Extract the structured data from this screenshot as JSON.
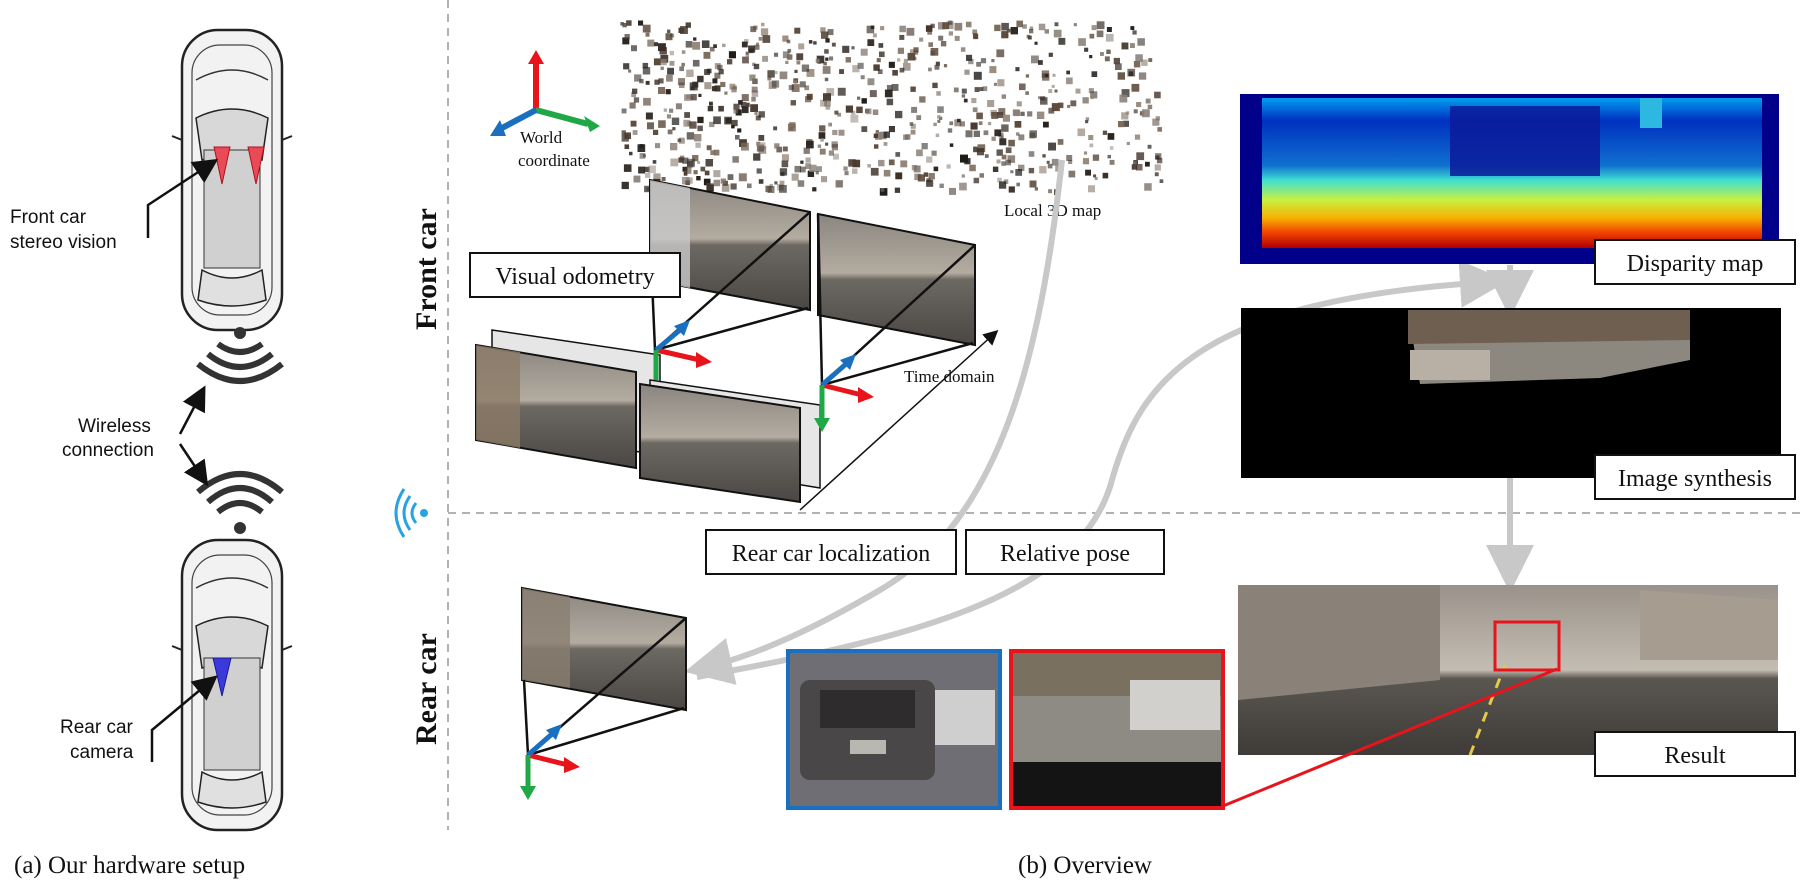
{
  "left_panel": {
    "front_label_line1": "Front car",
    "front_label_line2": "stereo vision",
    "wireless_line1": "Wireless",
    "wireless_line2": "connection",
    "rear_label_line1": "Rear car",
    "rear_label_line2": "camera",
    "caption": "(a)  Our hardware setup"
  },
  "right_panel": {
    "front_car_label": "Front car",
    "rear_car_label": "Rear car",
    "world_line1": "World",
    "world_line2": "coordinate",
    "local_map": "Local 3D map",
    "visual_odometry": "Visual odometry",
    "time_domain": "Time domain",
    "rear_localization": "Rear car localization",
    "relative_pose": "Relative pose",
    "disparity_map": "Disparity map",
    "image_synthesis": "Image synthesis",
    "result": "Result",
    "caption": "(b)  Overview"
  },
  "colors": {
    "axis_red": "#e8141c",
    "axis_green": "#1fa845",
    "axis_blue": "#1a6fbf",
    "wifi_blue": "#29a3e0",
    "highlight_red": "#e8141c",
    "highlight_blue": "#1a6fbf",
    "arrow_gray": "#c8c8c8",
    "front_cam": "#e84b55",
    "rear_cam": "#3a3adb"
  }
}
